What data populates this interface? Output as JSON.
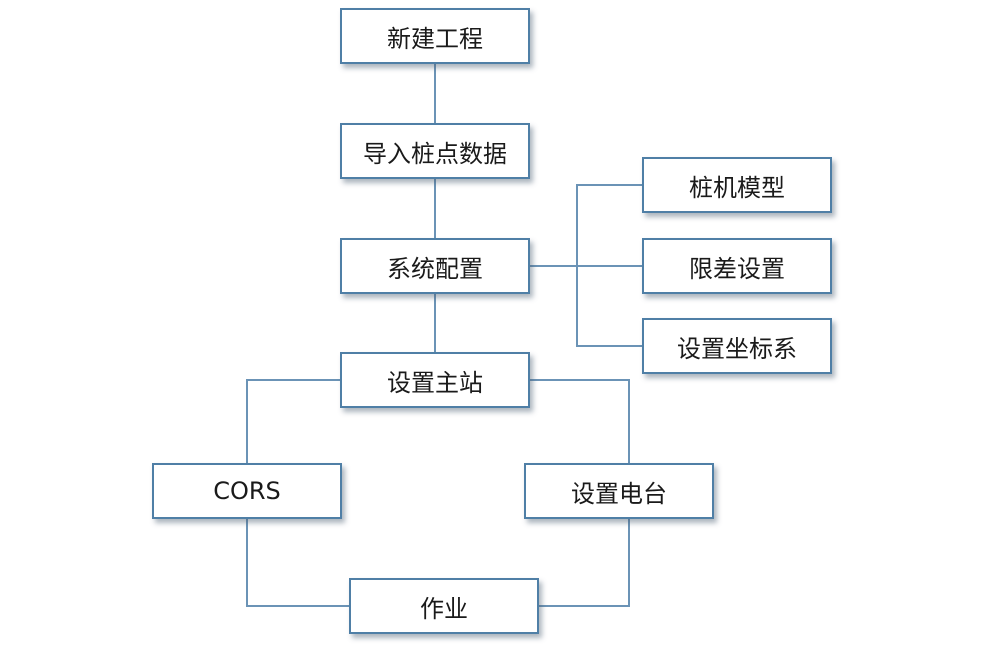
{
  "diagram": {
    "nodes": {
      "new_project": "新建工程",
      "import_data": "导入桩点数据",
      "system_config": "系统配置",
      "set_master": "设置主站",
      "pile_model": "桩机模型",
      "tolerance": "限差设置",
      "coord_system": "设置坐标系",
      "cors": "CORS",
      "set_radio": "设置电台",
      "work": "作业"
    },
    "colors": {
      "border": "#4f7fa6",
      "connector": "#6b93b6",
      "text": "#1a1a1a",
      "background": "#ffffff"
    }
  }
}
